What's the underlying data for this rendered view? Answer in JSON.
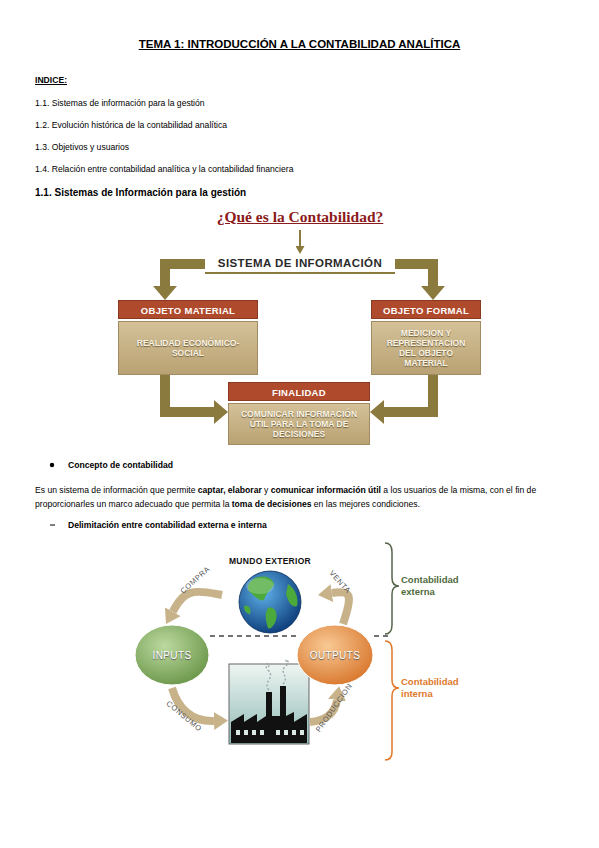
{
  "diagram": {
    "title": "TEMA 1: INTRODUCCIÓN A LA CONTABILIDAD ANALÍTICA",
    "nodes": [
      {
        "text": [
          "¿Qué es la Contabilidad?"
        ]
      },
      {
        "text": [
          "SISTEMA DE INFORMACIÓN"
        ]
      },
      {
        "text": [
          "OBJETO MATERIAL",
          "REALIDAD ECONÓMICO-SOCIAL"
        ]
      },
      {
        "text": [
          "OBJETO FORMAL",
          "MEDICION Y REPRESENTACION DEL OBJETO MATERIAL"
        ]
      },
      {
        "text": [
          "FINALIDAD",
          "COMUNICAR INFORMACIÓN ÚTIL PARA LA TOMA DE DECISIONES"
        ]
      },
      {
        "text": [
          "MUNDO EXTERIOR"
        ]
      },
      {
        "text": [
          "INPUTS"
        ]
      },
      {
        "text": [
          "OUTPUTS"
        ]
      }
    ],
    "edges": [
      {
        "from": 0,
        "to": 1,
        "arrow": "to"
      },
      {
        "from": 1,
        "to": 2,
        "arrow": "to"
      },
      {
        "from": 1,
        "to": 3,
        "arrow": "to"
      },
      {
        "from": 2,
        "to": 4,
        "arrow": "to"
      },
      {
        "from": 3,
        "to": 4,
        "arrow": "to"
      },
      {
        "from": 5,
        "to": 6,
        "label": "COMPRA",
        "arrow": "to"
      },
      {
        "from": 7,
        "to": 5,
        "label": "VENTA",
        "arrow": "to"
      },
      {
        "from": 6,
        "to": 7,
        "arrow": "none"
      }
    ],
    "labels": [
      "INDICE:",
      "1.1. Sistemas de información para la gestión",
      "1.2. Evolución histórica de la contabilidad analítica",
      "1.3. Objetivos y usuarios",
      "1.4. Relación entre contabilidad analítica y la contabilidad financiera",
      "1.1. Sistemas de Información para la gestión",
      "Concepto de contabilidad",
      "Es un sistema de información que permite",
      "captar,",
      "elaborar",
      "y",
      "comunicar información útil",
      "a los usuarios de la misma, con el fin de proporcionarles un marco adecuado que permita la",
      "toma de decisiones",
      "en las mejores condiciones.",
      "Delimitación entre contabilidad externa e interna",
      "CONSUMO",
      "PRODUCCION",
      "Contabilidad externa",
      "Contabilidad interna"
    ]
  }
}
